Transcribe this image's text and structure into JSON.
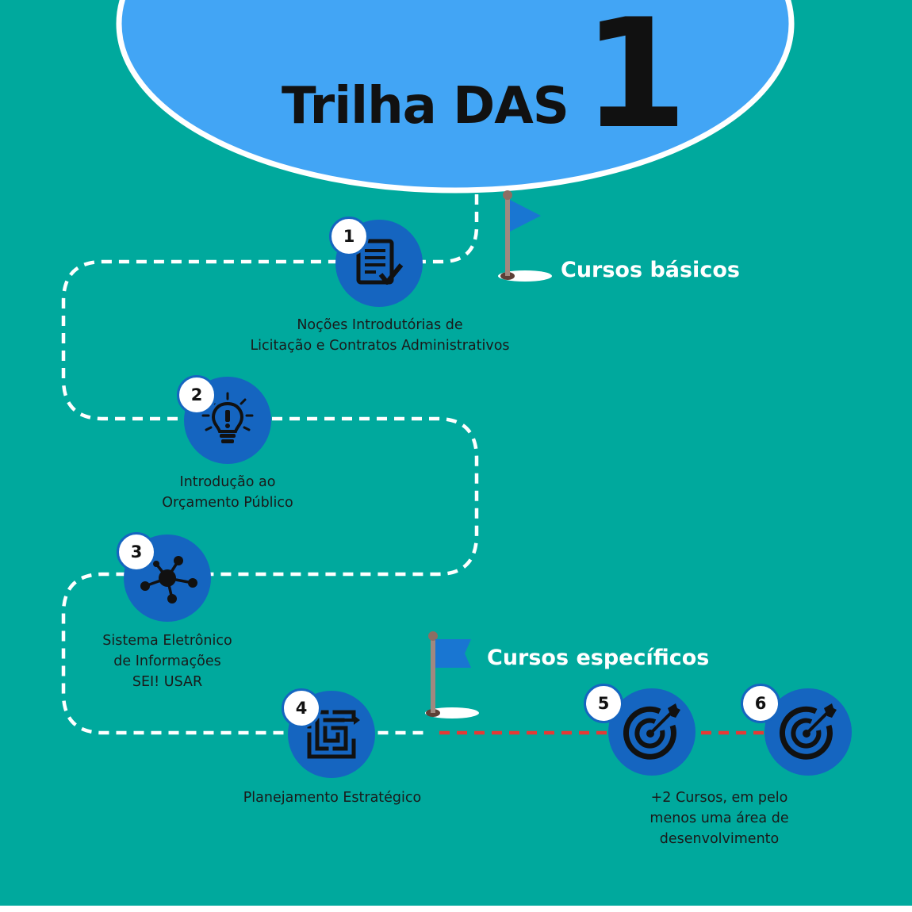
{
  "title": {
    "text": "Trilha DAS",
    "number": "1"
  },
  "sections": {
    "basic_label": "Cursos básicos",
    "specific_label": "Cursos específicos"
  },
  "steps": [
    {
      "number": "1",
      "icon": "checklist-document-icon",
      "lines": [
        "Noções Introdutórias de",
        "Licitação e Contratos Administrativos"
      ]
    },
    {
      "number": "2",
      "icon": "lightbulb-icon",
      "lines": [
        "Introdução ao",
        "Orçamento Público"
      ]
    },
    {
      "number": "3",
      "icon": "network-nodes-icon",
      "lines": [
        "Sistema Eletrônico",
        "de Informações",
        "SEI! USAR"
      ]
    },
    {
      "number": "4",
      "icon": "maze-icon",
      "lines": [
        "Planejamento Estratégico"
      ]
    },
    {
      "number": "5",
      "icon": "target-arrow-icon"
    },
    {
      "number": "6",
      "icon": "target-arrow-icon"
    }
  ],
  "extra_caption": [
    "+2 Cursos, em pelo",
    "menos uma área de",
    "desenvolvimento"
  ],
  "colors": {
    "background": "#00a99d",
    "title_oval": "#42a5f5",
    "circle": "#1565c0",
    "path_white": "#ffffff",
    "path_red": "#e53935",
    "flag": "#1976d2"
  }
}
